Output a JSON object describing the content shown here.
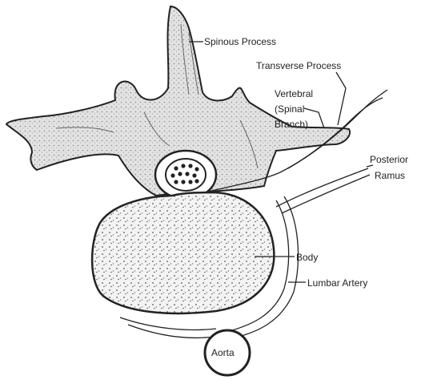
{
  "labels": {
    "spinous_process": "Spinous Process",
    "transverse_process": "Transverse Process",
    "vertebral_line1": "Vertebral",
    "vertebral_line2": "(Spinal",
    "vertebral_line3": "Branch)",
    "posterior_ramus_line1": "Posterior",
    "posterior_ramus_line2": "Ramus",
    "body": "Body",
    "lumbar_artery": "Lumbar Artery",
    "aorta": "Aorta"
  },
  "colors": {
    "ink": "#222222",
    "bone_fill": "#e4e4e4",
    "body_fill": "#f1f1f1",
    "background": "#ffffff"
  }
}
